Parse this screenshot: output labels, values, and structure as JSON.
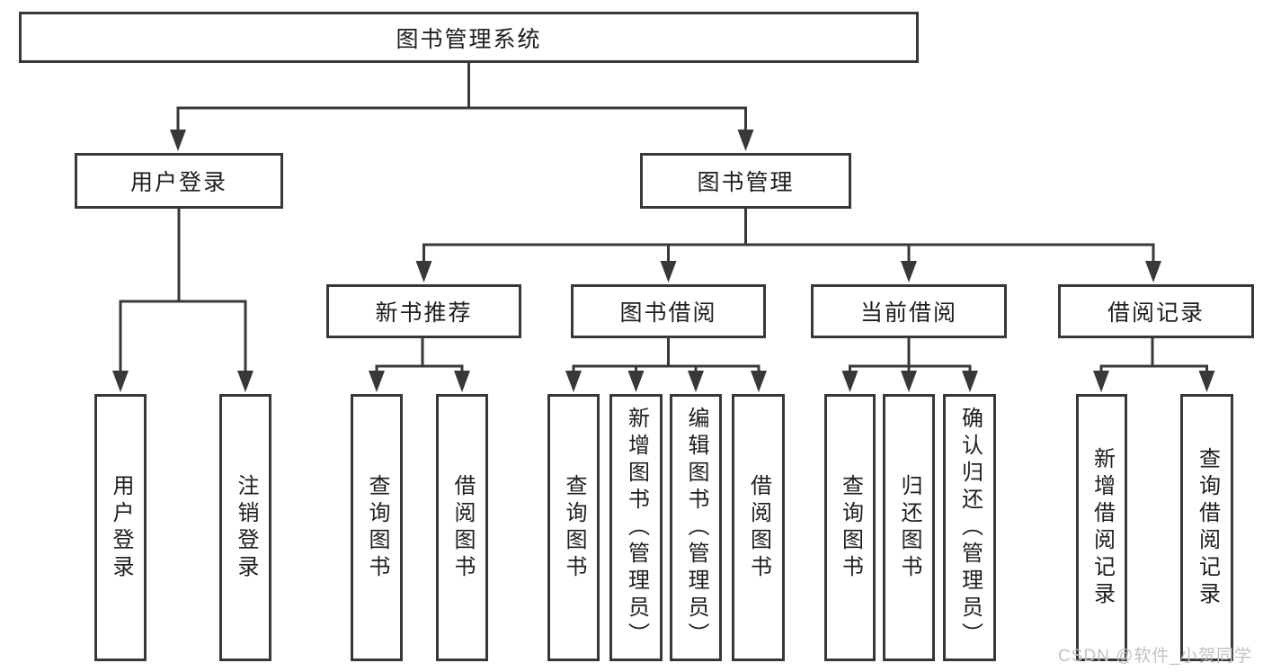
{
  "diagram": {
    "root": {
      "label": "图书管理系统"
    },
    "branches": [
      {
        "label": "用户登录",
        "children": [
          {
            "label": "用户登录"
          },
          {
            "label": "注销登录"
          }
        ]
      },
      {
        "label": "图书管理",
        "children": [
          {
            "label": "新书推荐",
            "children": [
              {
                "label": "查询图书"
              },
              {
                "label": "借阅图书"
              }
            ]
          },
          {
            "label": "图书借阅",
            "children": [
              {
                "label": "查询图书"
              },
              {
                "label": "新增图书（管理员）"
              },
              {
                "label": "编辑图书（管理员）"
              },
              {
                "label": "借阅图书"
              }
            ]
          },
          {
            "label": "当前借阅",
            "children": [
              {
                "label": "查询图书"
              },
              {
                "label": "归还图书"
              },
              {
                "label": "确认归还（管理员）"
              }
            ]
          },
          {
            "label": "借阅记录",
            "children": [
              {
                "label": "新增借阅记录"
              },
              {
                "label": "查询借阅记录"
              }
            ]
          }
        ]
      }
    ]
  },
  "watermark": {
    "text": "CSDN @软件_小贺同学"
  },
  "colors": {
    "line": "#383838",
    "text": "#1e1e1e",
    "watermark": "#c2c2c2",
    "background": "#ffffff"
  }
}
